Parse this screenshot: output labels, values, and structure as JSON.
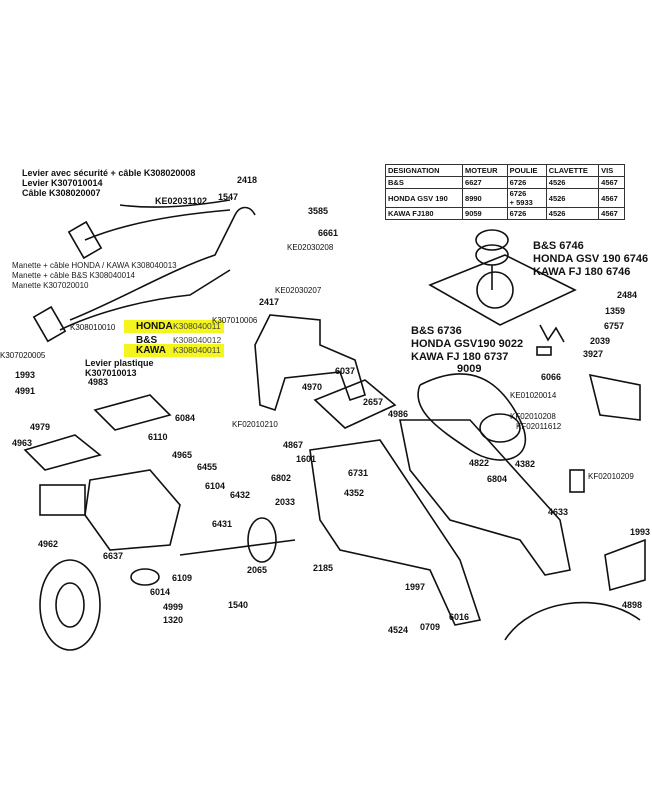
{
  "spec_table": {
    "headers": [
      "DESIGNATION",
      "MOTEUR",
      "POULIE",
      "CLAVETTE",
      "VIS"
    ],
    "rows": [
      [
        "B&S",
        "6627",
        "6726",
        "4526",
        "4567"
      ],
      [
        "HONDA GSV 190",
        "8990",
        "6726\n+ 5933",
        "4526",
        "4567"
      ],
      [
        "KAWA FJ180",
        "9059",
        "6726",
        "4526",
        "4567"
      ]
    ]
  },
  "notes": {
    "lever_security": "Levier avec sécurité + câble K308020008",
    "lever": "Levier K307010014",
    "cable": "Câble K308020007",
    "manette_honda": "Manette + câble HONDA / KAWA K308040013",
    "manette_bs": "Manette + câble B&S K308040014",
    "manette": "Manette K307020010",
    "levier_plastique": "Levier plastique",
    "levier_plastique_ref": "K307010013"
  },
  "highlight_rows": [
    {
      "engine": "HONDA",
      "code": "K308040011"
    },
    {
      "engine": "B&S",
      "code": "K308040012"
    },
    {
      "engine": "KAWA",
      "code": "K308040011"
    }
  ],
  "pulley_refs": {
    "bs": "B&S 6746",
    "honda": "HONDA GSV 190  6746",
    "kawa": "KAWA FJ 180  6746"
  },
  "plate_refs": {
    "bs": "B&S    6736",
    "honda": "HONDA GSV190   9022",
    "kawa": "KAWA FJ 180   6737"
  },
  "parts": {
    "p2418": "2418",
    "p1547": "1547",
    "pKE02031102": "KE02031102",
    "p3585": "3585",
    "p6661": "6661",
    "pKE02030208": "KE02030208",
    "pKE02030207": "KE02030207",
    "p2417": "2417",
    "pK307010006": "K307010006",
    "pK308010010": "K308010010",
    "pK307020005": "K307020005",
    "p1993a": "1993",
    "p4991": "4991",
    "p4983": "4983",
    "p4979": "4979",
    "p6084": "6084",
    "p4963": "4963",
    "p6110": "6110",
    "p4965": "4965",
    "p6455": "6455",
    "p6104": "6104",
    "p4962": "4962",
    "p6432": "6432",
    "p2033": "2033",
    "p6431": "6431",
    "p6637": "6637",
    "p2065": "2065",
    "p2185": "2185",
    "p6109": "6109",
    "p6014": "6014",
    "p1540": "1540",
    "p4999": "4999",
    "p1320": "1320",
    "p4970": "4970",
    "p6037": "6037",
    "pKF02010210": "KF02010210",
    "p2657": "2657",
    "p4986": "4986",
    "p4867": "4867",
    "p1601": "1601",
    "p6731": "6731",
    "p6802": "6802",
    "p4352": "4352",
    "p9009": "9009",
    "p6066": "6066",
    "pKE01020014": "KE01020014",
    "pKF02010208": "KF02010208",
    "pKF02011612": "KF02011612",
    "p4822": "4822",
    "p6804": "6804",
    "p4382": "4382",
    "pKF02010209": "KF02010209",
    "p4633": "4633",
    "p2484": "2484",
    "p1359": "1359",
    "p6757": "6757",
    "p2039": "2039",
    "p3927": "3927",
    "p1993b": "1993",
    "p4898": "4898",
    "p1997": "1997",
    "p4524": "4524",
    "p0709": "0709",
    "p6016": "6016"
  }
}
